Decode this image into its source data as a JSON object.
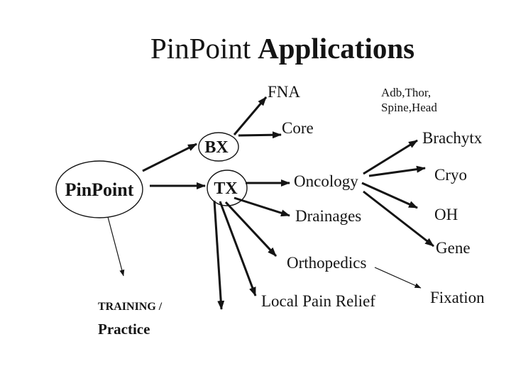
{
  "slide": {
    "title": {
      "regular": "PinPoint",
      "bold": "Applications"
    },
    "nodes": {
      "pinpoint": {
        "label": "PinPoint"
      },
      "bx": {
        "label": "BX"
      },
      "tx": {
        "label": "TX"
      }
    },
    "labels": {
      "fna": "FNA",
      "core": "Core",
      "adb_thor": "Adb,Thor,",
      "spine_head": "Spine,Head",
      "brachytx": "Brachytx",
      "oncology": "Oncology",
      "cryo": "Cryo",
      "drainages": "Drainages",
      "oh": "OH",
      "gene": "Gene",
      "orthopedics": "Orthopedics",
      "local_pain_relief": "Local Pain Relief",
      "fixation": "Fixation",
      "training": "TRAINING /",
      "practice": "Practice"
    },
    "edges": [
      {
        "from": "PinPoint",
        "to": "BX",
        "style": "thick"
      },
      {
        "from": "PinPoint",
        "to": "TX",
        "style": "thick"
      },
      {
        "from": "PinPoint",
        "to": "TRAINING / Practice",
        "style": "thin"
      },
      {
        "from": "BX",
        "to": "FNA",
        "style": "thick"
      },
      {
        "from": "BX",
        "to": "Core",
        "style": "thick"
      },
      {
        "from": "TX",
        "to": "Oncology",
        "style": "thick"
      },
      {
        "from": "TX",
        "to": "Drainages",
        "style": "thick"
      },
      {
        "from": "TX",
        "to": "Orthopedics",
        "style": "thick"
      },
      {
        "from": "TX",
        "to": "Local Pain Relief",
        "style": "thick"
      },
      {
        "from": "TX",
        "to": "(unlabeled downward arrow)",
        "style": "thick"
      },
      {
        "from": "Oncology",
        "to": "Brachytx",
        "style": "thick"
      },
      {
        "from": "Oncology",
        "to": "Cryo",
        "style": "thick"
      },
      {
        "from": "Oncology",
        "to": "OH",
        "style": "thick"
      },
      {
        "from": "Oncology",
        "to": "Gene",
        "style": "thick"
      },
      {
        "from": "Orthopedics",
        "to": "Fixation",
        "style": "thin"
      }
    ],
    "colors": {
      "background": "#ffffff",
      "text": "#141414",
      "line": "#141414"
    }
  }
}
